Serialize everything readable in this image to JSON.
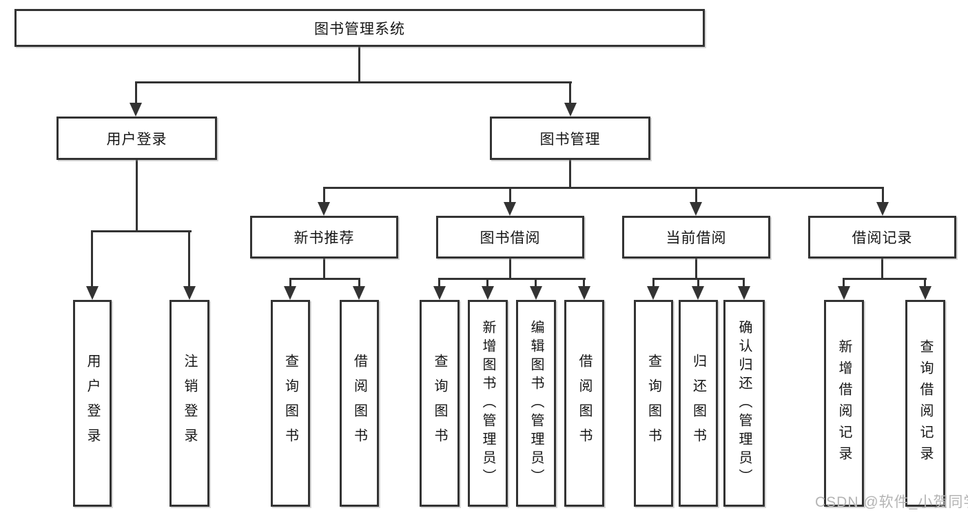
{
  "title": "图书管理系统",
  "watermark": "CSDN @软件_小贺同学",
  "colors": {
    "line": "#333333",
    "box_border": "#333333",
    "box_fill": "#ffffff",
    "text": "#161616",
    "watermark": "#b4b4b4"
  },
  "tree": {
    "label": "图书管理系统",
    "children": [
      {
        "label": "用户登录",
        "children": [
          {
            "label": "用户登录"
          },
          {
            "label": "注销登录"
          }
        ]
      },
      {
        "label": "图书管理",
        "children": [
          {
            "label": "新书推荐",
            "children": [
              {
                "label": "查询图书"
              },
              {
                "label": "借阅图书"
              }
            ]
          },
          {
            "label": "图书借阅",
            "children": [
              {
                "label": "查询图书"
              },
              {
                "label": "新增图书（管理员）"
              },
              {
                "label": "编辑图书（管理员）"
              },
              {
                "label": "借阅图书"
              }
            ]
          },
          {
            "label": "当前借阅",
            "children": [
              {
                "label": "查询图书"
              },
              {
                "label": "归还图书"
              },
              {
                "label": "确认归还（管理员）"
              }
            ]
          },
          {
            "label": "借阅记录",
            "children": [
              {
                "label": "新增借阅记录"
              },
              {
                "label": "查询借阅记录"
              }
            ]
          }
        ]
      }
    ]
  }
}
